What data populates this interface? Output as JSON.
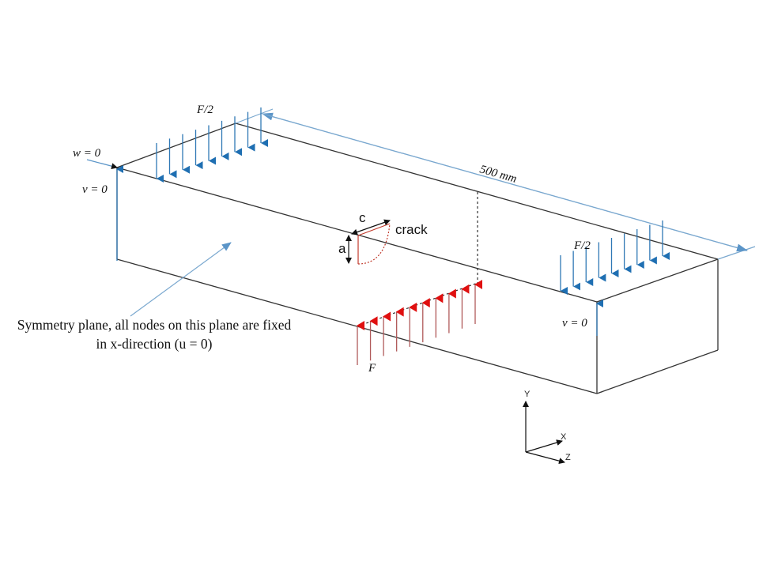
{
  "labels": {
    "top_load_left": "F/2",
    "top_load_right": "F/2",
    "bottom_load": "F",
    "bc_w_left": "w = 0",
    "bc_v_left": "v = 0",
    "bc_v_right": "v = 0",
    "dimension_length": "500 mm",
    "crack_label": "crack",
    "crack_depth": "a",
    "crack_half_length": "c",
    "symmetry_note_line1": "Symmetry plane, all nodes on this plane are fixed",
    "symmetry_note_line2": "in x-direction (u = 0)"
  },
  "axes_triad": {
    "y": "Y",
    "x": "X",
    "z": "Z"
  },
  "colors": {
    "load_blue": "#1f6fb2",
    "reaction_red": "#e01010",
    "crack_red": "#c0392b",
    "dimension_blue": "#7aa8cf",
    "edge": "#333333"
  }
}
